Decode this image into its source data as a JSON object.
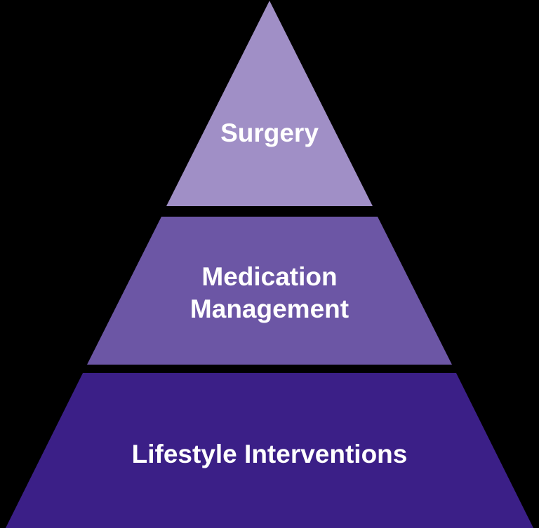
{
  "diagram": {
    "type": "pyramid",
    "background_color": "#000000",
    "text_color": "#ffffff",
    "tiers": [
      {
        "id": "surgery",
        "label": "Surgery",
        "lines": [
          "Surgery"
        ],
        "color": "#a08fc6",
        "level": "top"
      },
      {
        "id": "medication-management",
        "label": "Medication Management",
        "lines": [
          "Medication",
          "Management"
        ],
        "color": "#6c56a5",
        "level": "middle"
      },
      {
        "id": "lifestyle-interventions",
        "label": "Lifestyle Interventions",
        "lines": [
          "Lifestyle Interventions"
        ],
        "color": "#3b1f87",
        "level": "bottom"
      }
    ]
  }
}
